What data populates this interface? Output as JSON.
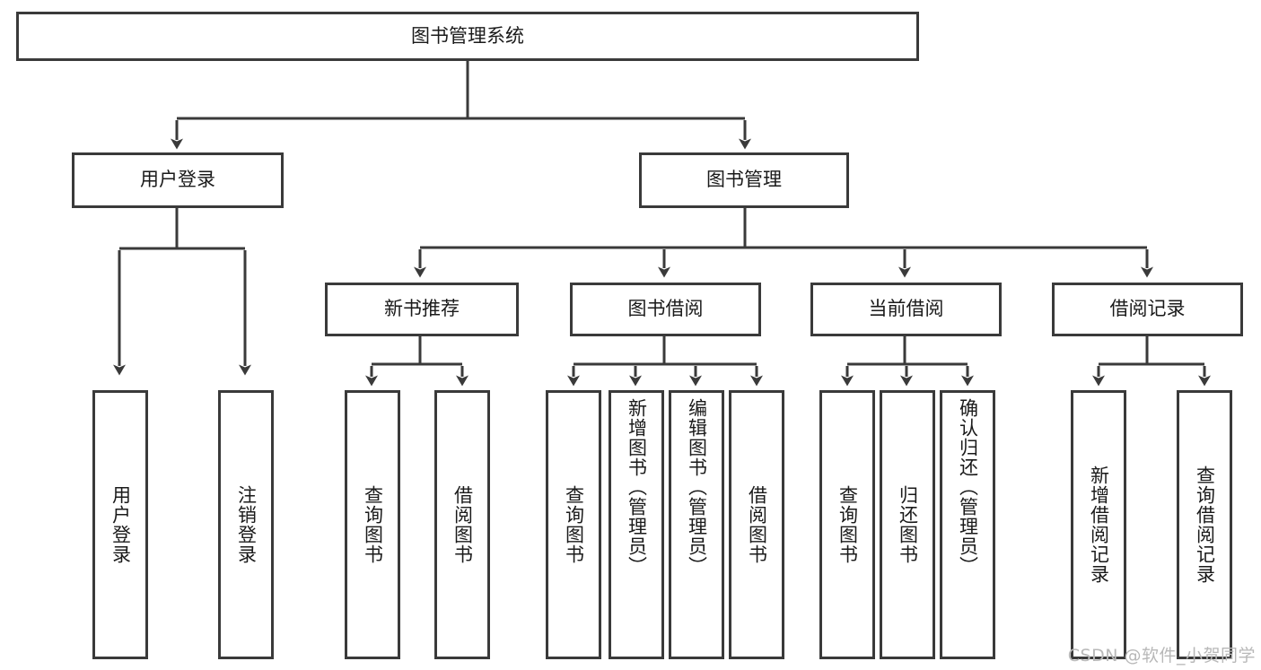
{
  "diagram": {
    "title_node": {
      "label": "图书管理系统"
    },
    "level2": [
      {
        "label": "用户登录"
      },
      {
        "label": "图书管理"
      }
    ],
    "level3": [
      {
        "label": "新书推荐"
      },
      {
        "label": "图书借阅"
      },
      {
        "label": "当前借阅"
      },
      {
        "label": "借阅记录"
      }
    ],
    "leaves": {
      "user_login": [
        {
          "label": "用户登录"
        },
        {
          "label": "注销登录"
        }
      ],
      "new_book_recommend": [
        {
          "label": "查询图书"
        },
        {
          "label": "借阅图书"
        }
      ],
      "book_borrow": [
        {
          "label": "查询图书"
        },
        {
          "label": "新增图书（管理员）"
        },
        {
          "label": "编辑图书（管理员）"
        },
        {
          "label": "借阅图书"
        }
      ],
      "current_borrow": [
        {
          "label": "查询图书"
        },
        {
          "label": "归还图书"
        },
        {
          "label": "确认归还（管理员）"
        }
      ],
      "borrow_record": [
        {
          "label": "新增借阅记录"
        },
        {
          "label": "查询借阅记录"
        }
      ]
    }
  },
  "watermark": {
    "text": "CSDN @软件_小贺同学"
  },
  "colors": {
    "box_border": "#3a3a3a",
    "box_fill": "#ffffff",
    "text": "#1a1a1a",
    "connector": "#3a3a3a",
    "watermark": "#b8b8b8"
  }
}
